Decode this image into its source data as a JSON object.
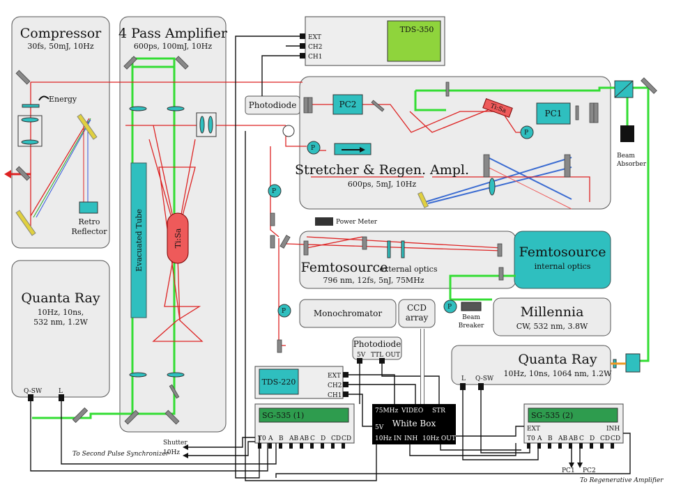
{
  "compressor": {
    "title": "Compressor",
    "spec": "30fs, 50mJ, 10Hz",
    "energy": "Energy",
    "retro_1": "Retro",
    "retro_2": "Reflector"
  },
  "amplifier": {
    "title": "4 Pass Amplifier",
    "spec": "600ps, 100mJ, 10Hz",
    "tube": "Evacuated Tube",
    "crystal": "Ti:Sa"
  },
  "quanta_ray_left": {
    "title": "Quanta Ray",
    "spec_1": "10Hz, 10ns,",
    "spec_2": "532 nm, 1.2W",
    "port_qsw": "Q-SW",
    "port_l": "L"
  },
  "tds350": {
    "label": "TDS-350",
    "ext": "EXT",
    "ch2": "CH2",
    "ch1": "CH1"
  },
  "photodiode_top": {
    "label": "Photodiode"
  },
  "stretcher": {
    "title": "Stretcher & Regen. Ampl.",
    "spec": "600ps, 5mJ, 10Hz",
    "pc2": "PC2",
    "pc1": "PC1",
    "crystal": "Ti:Sa",
    "p": "P"
  },
  "beam_absorber": {
    "line1": "Beam",
    "line2": "Absorber"
  },
  "power_meter": {
    "label": "Power Meter"
  },
  "femto_ext": {
    "title": "Femtosource",
    "subtitle": "external optics",
    "spec": "796 nm, 12fs, 5nJ, 75MHz"
  },
  "femto_int": {
    "title": "Femtosource",
    "subtitle": "internal optics"
  },
  "monochromator": {
    "label": "Monochromator"
  },
  "ccd": {
    "line1": "CCD",
    "line2": "array"
  },
  "beam_breaker": {
    "line1": "Beam",
    "line2": "Breaker"
  },
  "millennia": {
    "title": "Millennia",
    "spec": "CW, 532 nm, 3.8W"
  },
  "photodiode_bottom": {
    "label": "Photodiode",
    "port_5v": "5V",
    "port_ttl": "TTL OUT"
  },
  "quanta_ray_right": {
    "title": "Quanta Ray",
    "spec": "10Hz, 10ns, 1064 nm, 1.2W",
    "port_l": "L",
    "port_qsw": "Q-SW"
  },
  "tds220": {
    "label": "TDS-220",
    "ext": "EXT",
    "ch2": "CH2",
    "ch1": "CH1"
  },
  "whitebox": {
    "title": "White Box",
    "p75": "75MHz",
    "video": "VIDEO",
    "str": "STR",
    "p5v": "5V",
    "in10": "10Hz IN",
    "inh": "INH",
    "out10": "10Hz OUT"
  },
  "sg535_1": {
    "label": "SG-535 (1)",
    "ports": [
      "T0",
      "A",
      "B",
      "AB",
      "AB",
      "C",
      "D",
      "CD",
      "CD"
    ]
  },
  "sg535_2": {
    "label": "SG-535 (2)",
    "ext": "EXT",
    "inh": "INH",
    "ports": [
      "T0",
      "A",
      "B",
      "AB",
      "AB",
      "C",
      "D",
      "CD",
      "CD"
    ]
  },
  "outputs": {
    "shutter": "Shutter",
    "hz10": "10Hz",
    "to_second": "To Second Pulse Synchronizer",
    "pc1": "PC1",
    "pc2": "PC2",
    "to_regen": "To Regenerative Amplifier"
  }
}
